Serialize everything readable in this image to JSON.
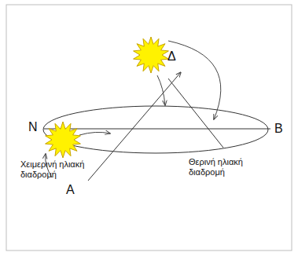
{
  "diagram": {
    "labels": [
      "N",
      "B",
      "Δ",
      "A",
      "Χειμερινή ηλιακή διαδρομή",
      "Θερινή ηλιακή διαδρομή"
    ]
  }
}
